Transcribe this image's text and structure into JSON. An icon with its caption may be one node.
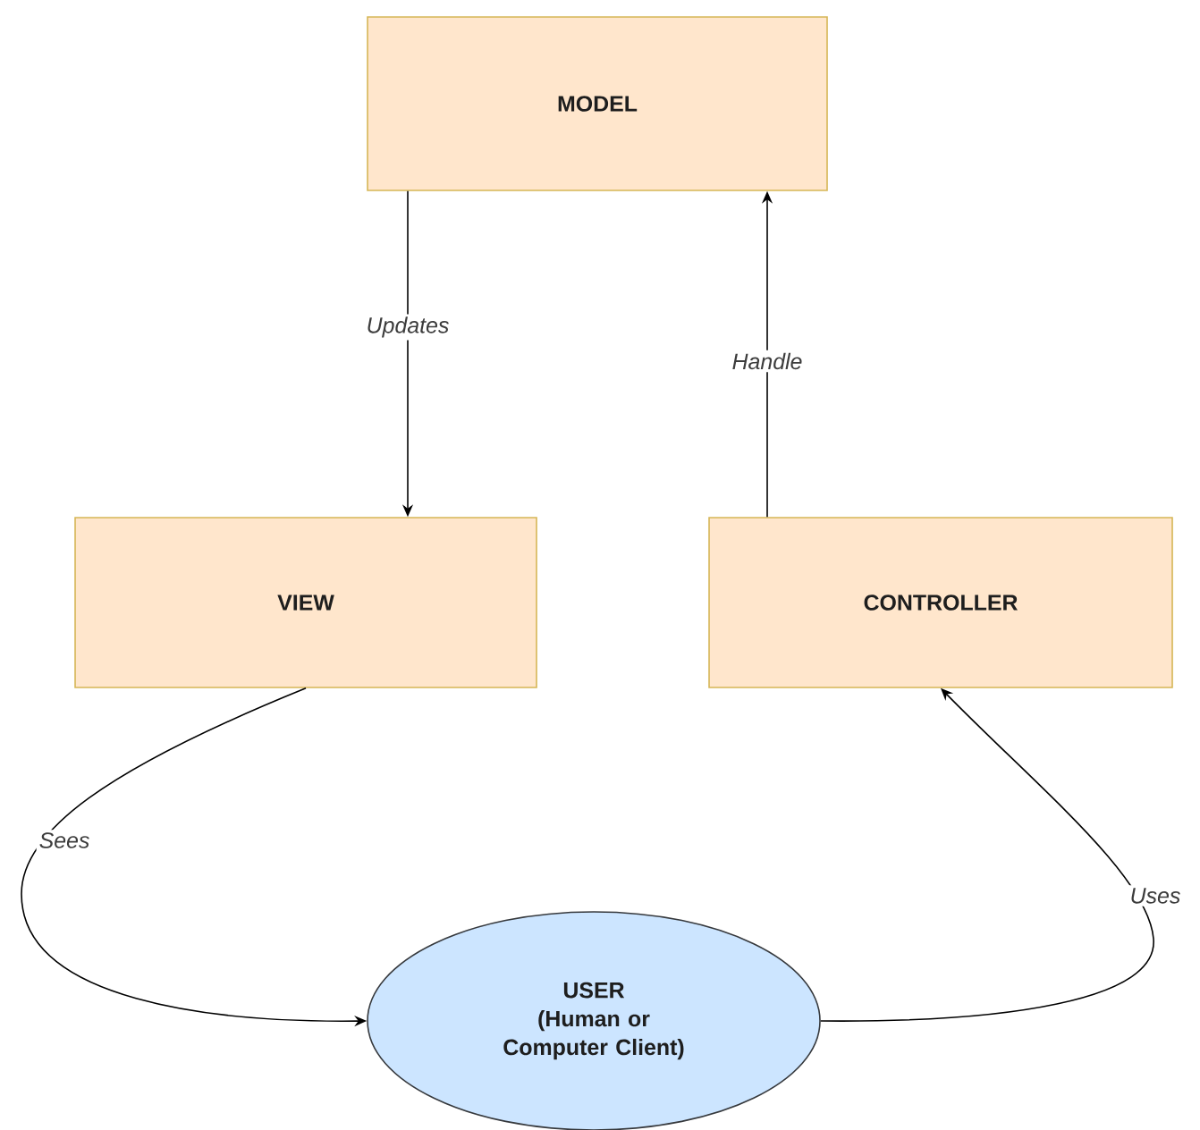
{
  "diagram": {
    "nodes": [
      {
        "text": [
          "MODEL"
        ]
      },
      {
        "text": [
          "VIEW"
        ]
      },
      {
        "text": [
          "CONTROLLER"
        ]
      },
      {
        "text": [
          "USER",
          "(Human or Computer Client)"
        ]
      }
    ],
    "edges": [
      {
        "from": 0,
        "to": 1,
        "arrow": "to",
        "label": "Updates"
      },
      {
        "from": 2,
        "to": 0,
        "arrow": "to",
        "label": "Handle"
      },
      {
        "from": 1,
        "to": 3,
        "arrow": "to",
        "label": "Sees"
      },
      {
        "from": 3,
        "to": 2,
        "arrow": "to",
        "label": "Uses"
      }
    ]
  }
}
